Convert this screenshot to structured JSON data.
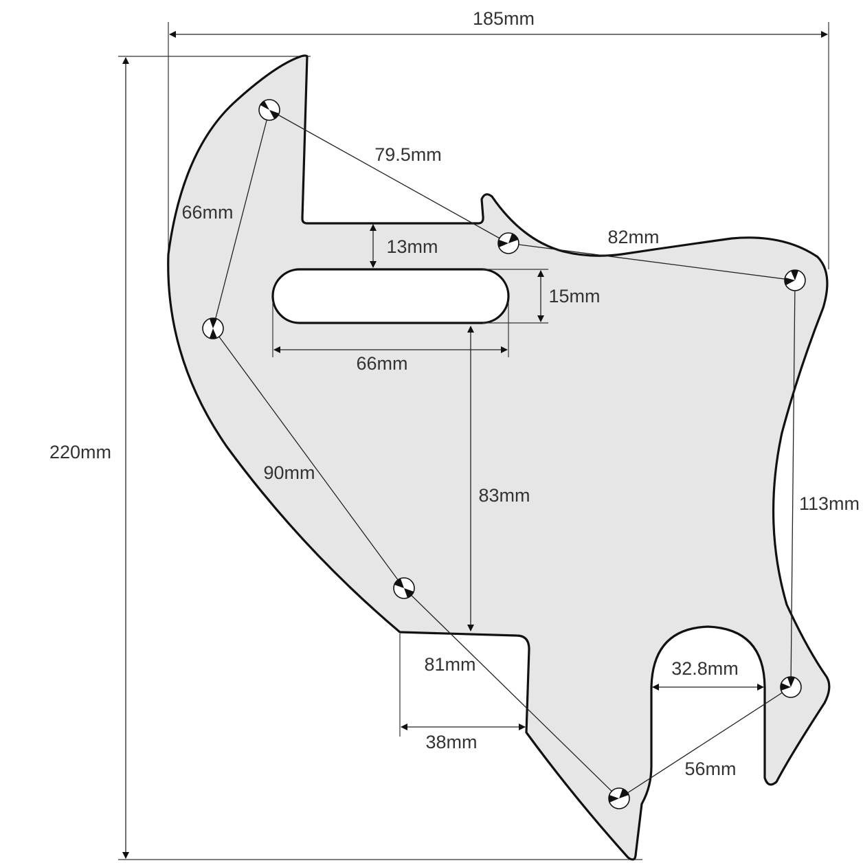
{
  "diagram": {
    "colors": {
      "pickguard_fill": "#e6e6e6",
      "outline": "#111111",
      "dimension_line": "#222222",
      "text": "#333333"
    },
    "dimensions": {
      "overall_width": "185mm",
      "overall_height": "220mm",
      "hole_top_left_to_mid": "79.5mm",
      "hole_mid_to_top_right": "82mm",
      "hole_top_left_to_left": "66mm",
      "slot_to_edge": "13mm",
      "slot_height": "15mm",
      "slot_width": "66mm",
      "left_to_bottom_hole": "90mm",
      "slot_to_notch": "83mm",
      "right_hole_span": "113mm",
      "bottom_hole_span": "81mm",
      "notch_width": "38mm",
      "cutout_width": "32.8mm",
      "bottom_to_right_hole": "56mm"
    },
    "icons": {
      "screw_hole": "screw-hole-icon"
    }
  }
}
